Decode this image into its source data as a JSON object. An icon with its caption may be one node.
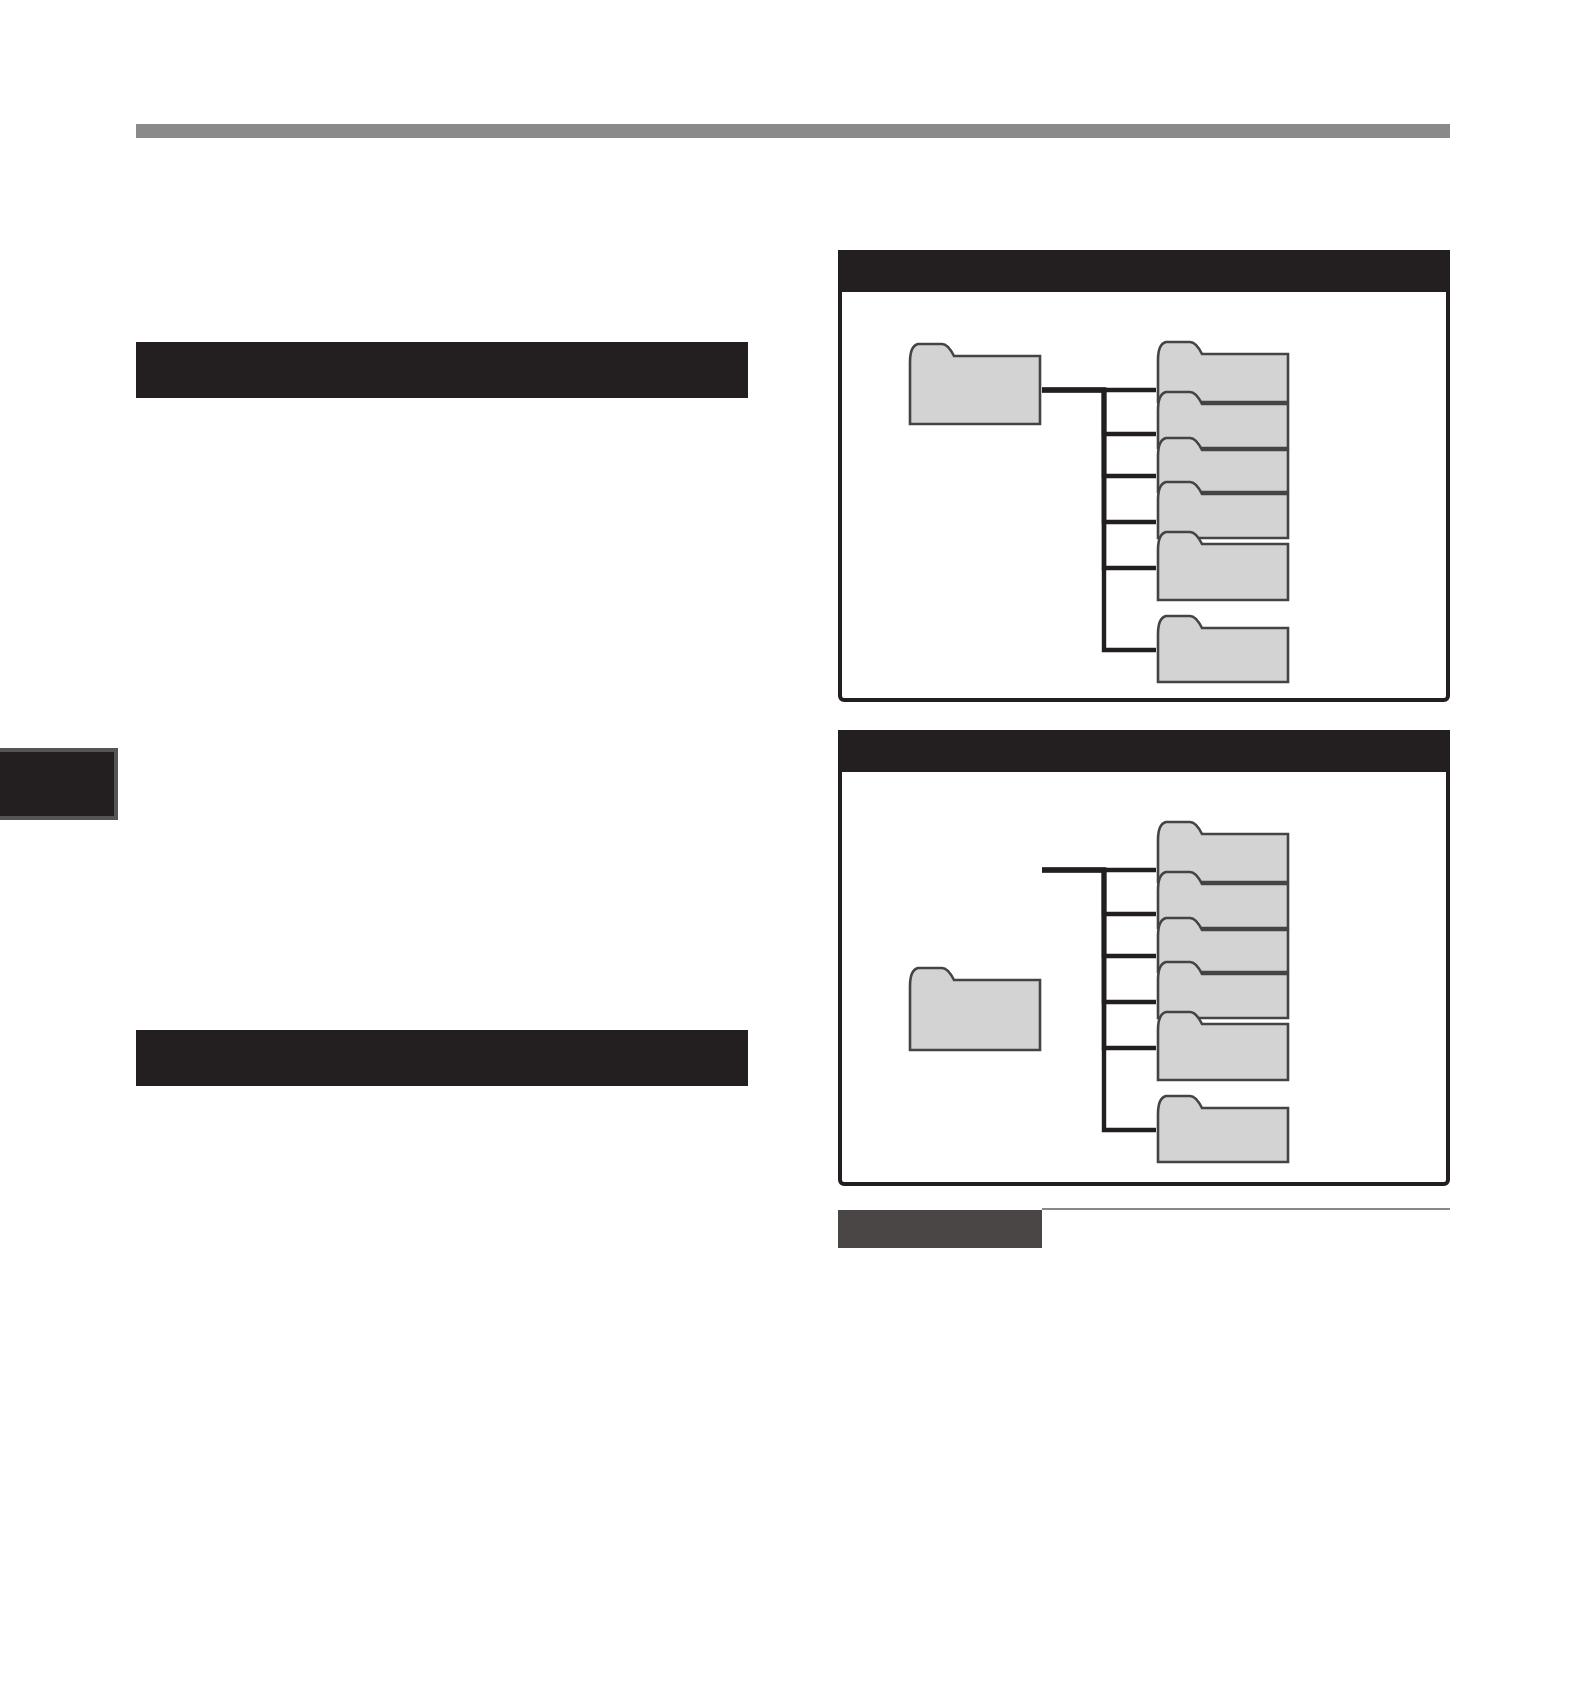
{
  "diagram": {
    "nodes": [
      {
        "text": [],
        "shape": "box"
      },
      {
        "text": [],
        "shape": "folder",
        "in": 0
      },
      {
        "text": [],
        "shape": "folder",
        "in": 0
      },
      {
        "text": [],
        "shape": "folder",
        "in": 0
      },
      {
        "text": [],
        "shape": "folder",
        "in": 0
      },
      {
        "text": [],
        "shape": "folder",
        "in": 0
      },
      {
        "text": [],
        "shape": "folder",
        "in": 0
      },
      {
        "text": [],
        "shape": "folder",
        "in": 0
      },
      {
        "text": [],
        "shape": "box"
      },
      {
        "text": [],
        "shape": "folder",
        "in": 8
      },
      {
        "text": [],
        "shape": "folder",
        "in": 8
      },
      {
        "text": [],
        "shape": "folder",
        "in": 8
      },
      {
        "text": [],
        "shape": "folder",
        "in": 8
      },
      {
        "text": [],
        "shape": "folder",
        "in": 8
      },
      {
        "text": [],
        "shape": "folder",
        "in": 8
      },
      {
        "text": [],
        "shape": "folder",
        "in": 8
      },
      {
        "text": [],
        "shape": "bar"
      }
    ],
    "edges": [
      {
        "from": 1,
        "to": 2,
        "arrow": "none"
      },
      {
        "from": 1,
        "to": 3,
        "arrow": "none"
      },
      {
        "from": 1,
        "to": 4,
        "arrow": "none"
      },
      {
        "from": 1,
        "to": 5,
        "arrow": "none"
      },
      {
        "from": 1,
        "to": 6,
        "arrow": "none"
      },
      {
        "from": 1,
        "to": 7,
        "arrow": "none"
      },
      {
        "from": null,
        "to": 9,
        "arrow": "none"
      },
      {
        "from": null,
        "to": 10,
        "arrow": "none"
      },
      {
        "from": null,
        "to": 11,
        "arrow": "none"
      },
      {
        "from": null,
        "to": 12,
        "arrow": "none"
      },
      {
        "from": null,
        "to": 13,
        "arrow": "none"
      },
      {
        "from": null,
        "to": 14,
        "arrow": "none"
      }
    ]
  }
}
